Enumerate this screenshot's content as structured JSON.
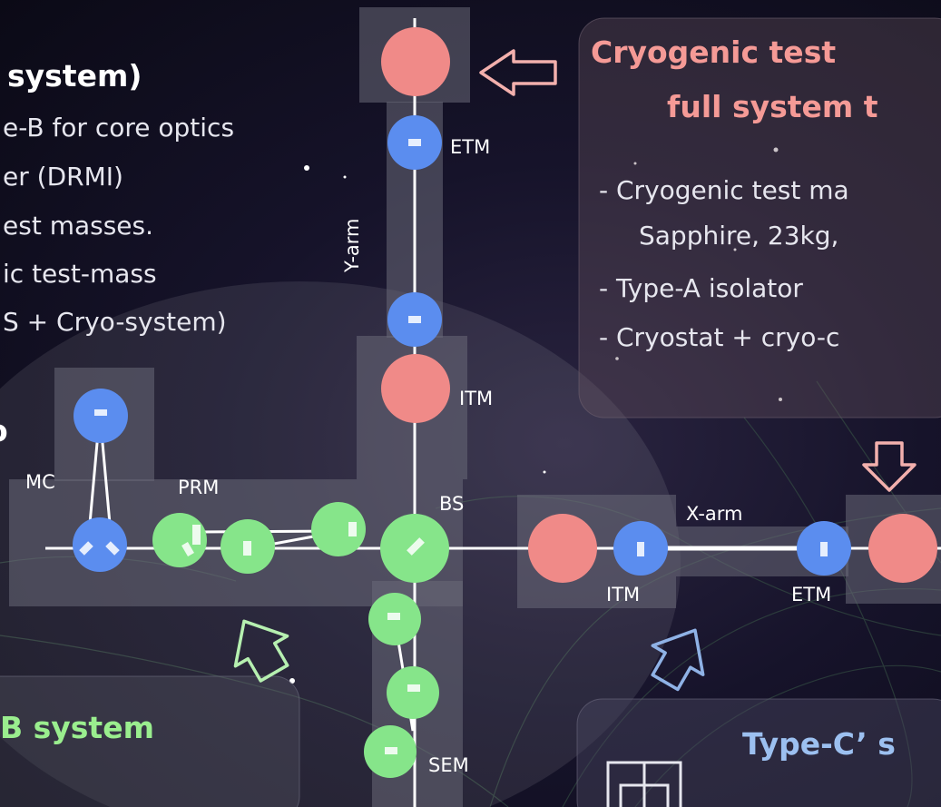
{
  "left_panel": {
    "heading": "system)",
    "lines": [
      "e-B for core optics",
      "er (DRMI)",
      "est masses.",
      "ic test-mass",
      "S + Cryo-system)"
    ],
    "stray": "o"
  },
  "cryo_panel": {
    "title_line1": "Cryogenic test",
    "title_line2": "full system t",
    "lines": [
      "- Cryogenic test ma",
      "Sapphire, 23kg,",
      "- Type-A isolator",
      "- Cryostat + cryo-c"
    ]
  },
  "typeb_panel": {
    "title": "B system"
  },
  "typec_panel": {
    "title": "Type-C’ s"
  },
  "labels": {
    "etm_y": "ETM",
    "y_arm": "Y-arm",
    "itm_y": "ITM",
    "mc": "MC",
    "prm": "PRM",
    "bs": "BS",
    "x_arm": "X-arm",
    "itm_x": "ITM",
    "etm_x": "ETM",
    "sem": "SEM"
  },
  "colors": {
    "cryo": "#f08a88",
    "blue": "#5b8def",
    "green": "#86e58a",
    "cryo_text": "#f59a96",
    "green_text": "#9aee8e",
    "blue_text": "#9cc0f0",
    "arrow_pink": "#f3b0ad",
    "arrow_green": "#b6f0b0",
    "arrow_blue": "#8fb2e6"
  }
}
